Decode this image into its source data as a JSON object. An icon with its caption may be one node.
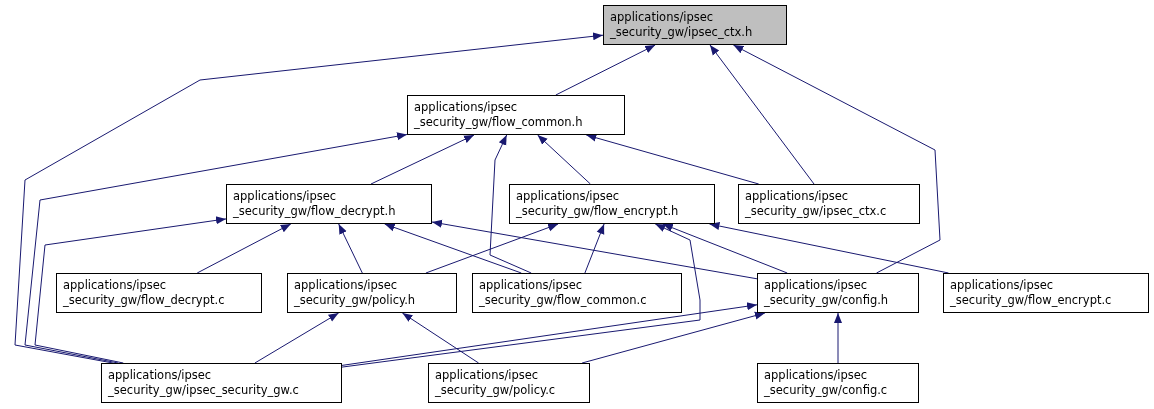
{
  "diagram": {
    "nodes": [
      {
        "text": [
          "applications/ipsec _security_gw/ipsec_ctx.h"
        ]
      },
      {
        "text": [
          "applications/ipsec _security_gw/flow_common.h"
        ]
      },
      {
        "text": [
          "applications/ipsec _security_gw/flow_decrypt.h"
        ]
      },
      {
        "text": [
          "applications/ipsec _security_gw/flow_encrypt.h"
        ]
      },
      {
        "text": [
          "applications/ipsec _security_gw/ipsec_ctx.c"
        ]
      },
      {
        "text": [
          "applications/ipsec _security_gw/flow_decrypt.c"
        ]
      },
      {
        "text": [
          "applications/ipsec _security_gw/policy.h"
        ]
      },
      {
        "text": [
          "applications/ipsec _security_gw/flow_common.c"
        ]
      },
      {
        "text": [
          "applications/ipsec _security_gw/config.h"
        ]
      },
      {
        "text": [
          "applications/ipsec _security_gw/flow_encrypt.c"
        ]
      },
      {
        "text": [
          "applications/ipsec _security_gw/ipsec_security_gw.c"
        ]
      },
      {
        "text": [
          "applications/ipsec _security_gw/policy.c"
        ]
      },
      {
        "text": [
          "applications/ipsec _security_gw/config.c"
        ]
      }
    ],
    "edges": [
      {
        "from": 1,
        "to": 0,
        "arrow": "to"
      },
      {
        "from": 4,
        "to": 0,
        "arrow": "to"
      },
      {
        "from": 8,
        "to": 0,
        "arrow": "to"
      },
      {
        "from": 10,
        "to": 0,
        "arrow": "to"
      },
      {
        "from": 2,
        "to": 1,
        "arrow": "to"
      },
      {
        "from": 3,
        "to": 1,
        "arrow": "to"
      },
      {
        "from": 4,
        "to": 1,
        "arrow": "to"
      },
      {
        "from": 7,
        "to": 1,
        "arrow": "to"
      },
      {
        "from": 10,
        "to": 1,
        "arrow": "to"
      },
      {
        "from": 5,
        "to": 2,
        "arrow": "to"
      },
      {
        "from": 6,
        "to": 2,
        "arrow": "to"
      },
      {
        "from": 7,
        "to": 2,
        "arrow": "to"
      },
      {
        "from": 8,
        "to": 2,
        "arrow": "to"
      },
      {
        "from": 10,
        "to": 2,
        "arrow": "to"
      },
      {
        "from": 6,
        "to": 3,
        "arrow": "to"
      },
      {
        "from": 7,
        "to": 3,
        "arrow": "to"
      },
      {
        "from": 8,
        "to": 3,
        "arrow": "to"
      },
      {
        "from": 9,
        "to": 3,
        "arrow": "to"
      },
      {
        "from": 10,
        "to": 3,
        "arrow": "to"
      },
      {
        "from": 10,
        "to": 6,
        "arrow": "to"
      },
      {
        "from": 11,
        "to": 6,
        "arrow": "to"
      },
      {
        "from": 10,
        "to": 8,
        "arrow": "to"
      },
      {
        "from": 11,
        "to": 8,
        "arrow": "to"
      },
      {
        "from": 12,
        "to": 8,
        "arrow": "to"
      }
    ]
  }
}
